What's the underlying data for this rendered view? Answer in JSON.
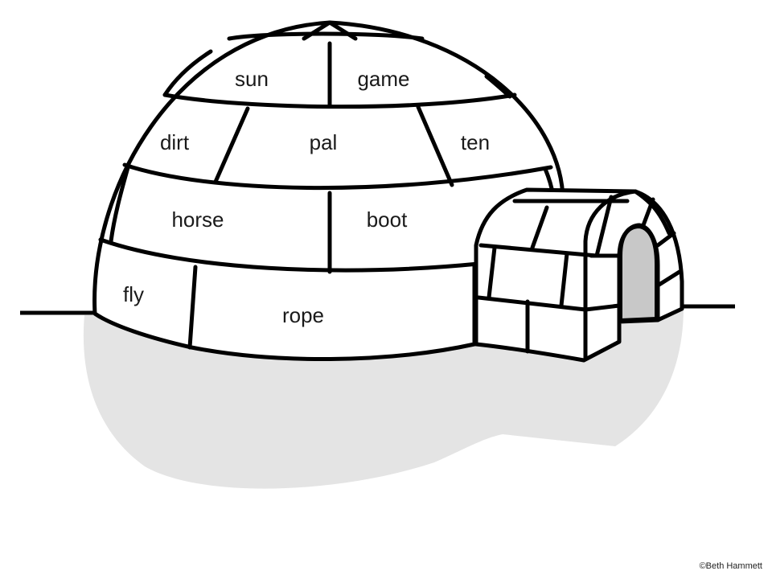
{
  "words": {
    "sun": "sun",
    "game": "game",
    "dirt": "dirt",
    "pal": "pal",
    "ten": "ten",
    "horse": "horse",
    "boot": "boot",
    "fly": "fly",
    "rope": "rope"
  },
  "copyright": "©Beth Hammett",
  "colors": {
    "outline": "#000000",
    "block_fill": "#ffffff",
    "shadow": "#e4e4e4",
    "doorway": "#c8c8c8"
  }
}
